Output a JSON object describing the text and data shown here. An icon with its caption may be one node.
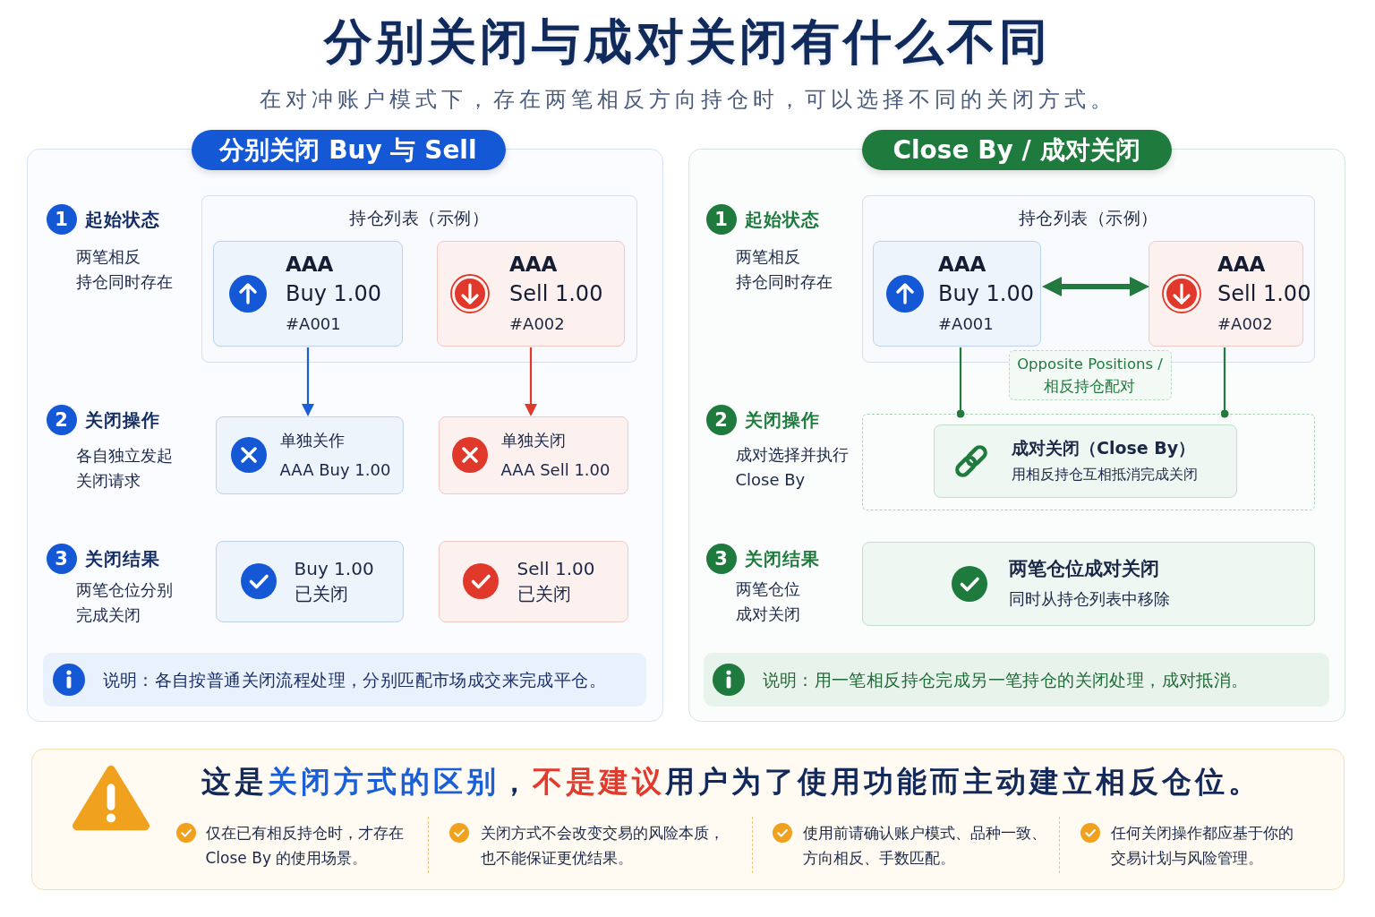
{
  "diagram": {
    "title": "分别关闭与成对关闭有什么不同",
    "nodes": [
      {
        "text": [
          "分别关闭 Buy 与 Sell"
        ]
      },
      {
        "text": [
          "1"
        ],
        "beside": [
          "起始状态",
          "两笔相反持仓同时存在"
        ],
        "in": 0
      },
      {
        "text": [
          "持仓列表（示例）"
        ],
        "in": 0
      },
      {
        "text": [
          "AAA",
          "Buy 1.00",
          "#A001"
        ],
        "in": 2
      },
      {
        "text": [
          "AAA",
          "Sell 1.00",
          "#A002"
        ],
        "in": 2
      },
      {
        "text": [
          "2"
        ],
        "beside": [
          "关闭操作",
          "各自独立发起关闭请求"
        ],
        "in": 0
      },
      {
        "text": [
          "单独关作",
          "AAA Buy 1.00"
        ],
        "in": 0
      },
      {
        "text": [
          "单独关闭",
          "AAA Sell 1.00"
        ],
        "in": 0
      },
      {
        "text": [
          "3"
        ],
        "beside": [
          "关闭结果",
          "两笔仓位分别完成关闭"
        ],
        "in": 0
      },
      {
        "text": [
          "Buy 1.00",
          "已关闭"
        ],
        "in": 0
      },
      {
        "text": [
          "Sell 1.00",
          "已关闭"
        ],
        "in": 0
      },
      {
        "text": [
          "说明：各自按普通关闭流程处理，分别匹配市场成交来完成平仓。"
        ],
        "in": 0
      },
      {
        "text": [
          "Close By / 成对关闭"
        ]
      },
      {
        "text": [
          "1"
        ],
        "beside": [
          "起始状态",
          "两笔相反持仓同时存在"
        ],
        "in": 12
      },
      {
        "text": [
          "持仓列表（示例）"
        ],
        "in": 12
      },
      {
        "text": [
          "AAA",
          "Buy 1.00",
          "#A001"
        ],
        "in": 14
      },
      {
        "text": [
          "AAA",
          "Sell 1.00",
          "#A002"
        ],
        "in": 14
      },
      {
        "text": [
          "Opposite Positions / 相反持仓配对"
        ],
        "in": 12
      },
      {
        "text": [
          "2"
        ],
        "beside": [
          "关闭操作",
          "成对选择并执行Close By"
        ],
        "in": 12
      },
      {
        "text": [],
        "shape": "box",
        "in": 12
      },
      {
        "text": [
          "成对关闭（Close By）",
          "用相反持仓互相抵消完成关闭"
        ],
        "in": 19
      },
      {
        "text": [
          "3"
        ],
        "beside": [
          "关闭结果",
          "两笔仓位成对关闭"
        ],
        "in": 12
      },
      {
        "text": [
          "两笔仓位成对关闭",
          "同时从持仓列表中移除"
        ],
        "in": 12
      },
      {
        "text": [
          "说明：用一笔相反持仓完成另一笔持仓的关闭处理，成对抵消。"
        ],
        "in": 12
      },
      {
        "text": [
          "这是**关闭方式的区别**，**不是建议**用户为了使用功能而主动建立相反仓位。",
          "仅在已有相反持仓时，才存在Close By 的使用场景。",
          "关闭方式不会改变交易的风险本质，也不能保证更优结果。",
          "使用前请确认账户模式、品种一致、方向相反、手数匹配。",
          "任何关闭操作都应基于你的交易计划与风险管理。"
        ]
      }
    ],
    "edges": [
      {
        "from": 3,
        "to": 6,
        "arrow": "to",
        "color": "#1a5fd6"
      },
      {
        "from": 4,
        "to": 7,
        "arrow": "to",
        "color": "#e0392b"
      },
      {
        "from": 15,
        "to": 16,
        "arrow": "both",
        "style": "thick"
      },
      {
        "from": 15,
        "to": 19,
        "arrow": "other"
      },
      {
        "from": 16,
        "to": 19,
        "arrow": "other"
      }
    ],
    "labels": [
      "在对冲账户模式下，存在两笔相反方向持仓时，可以选择不同的关闭方式。"
    ]
  }
}
